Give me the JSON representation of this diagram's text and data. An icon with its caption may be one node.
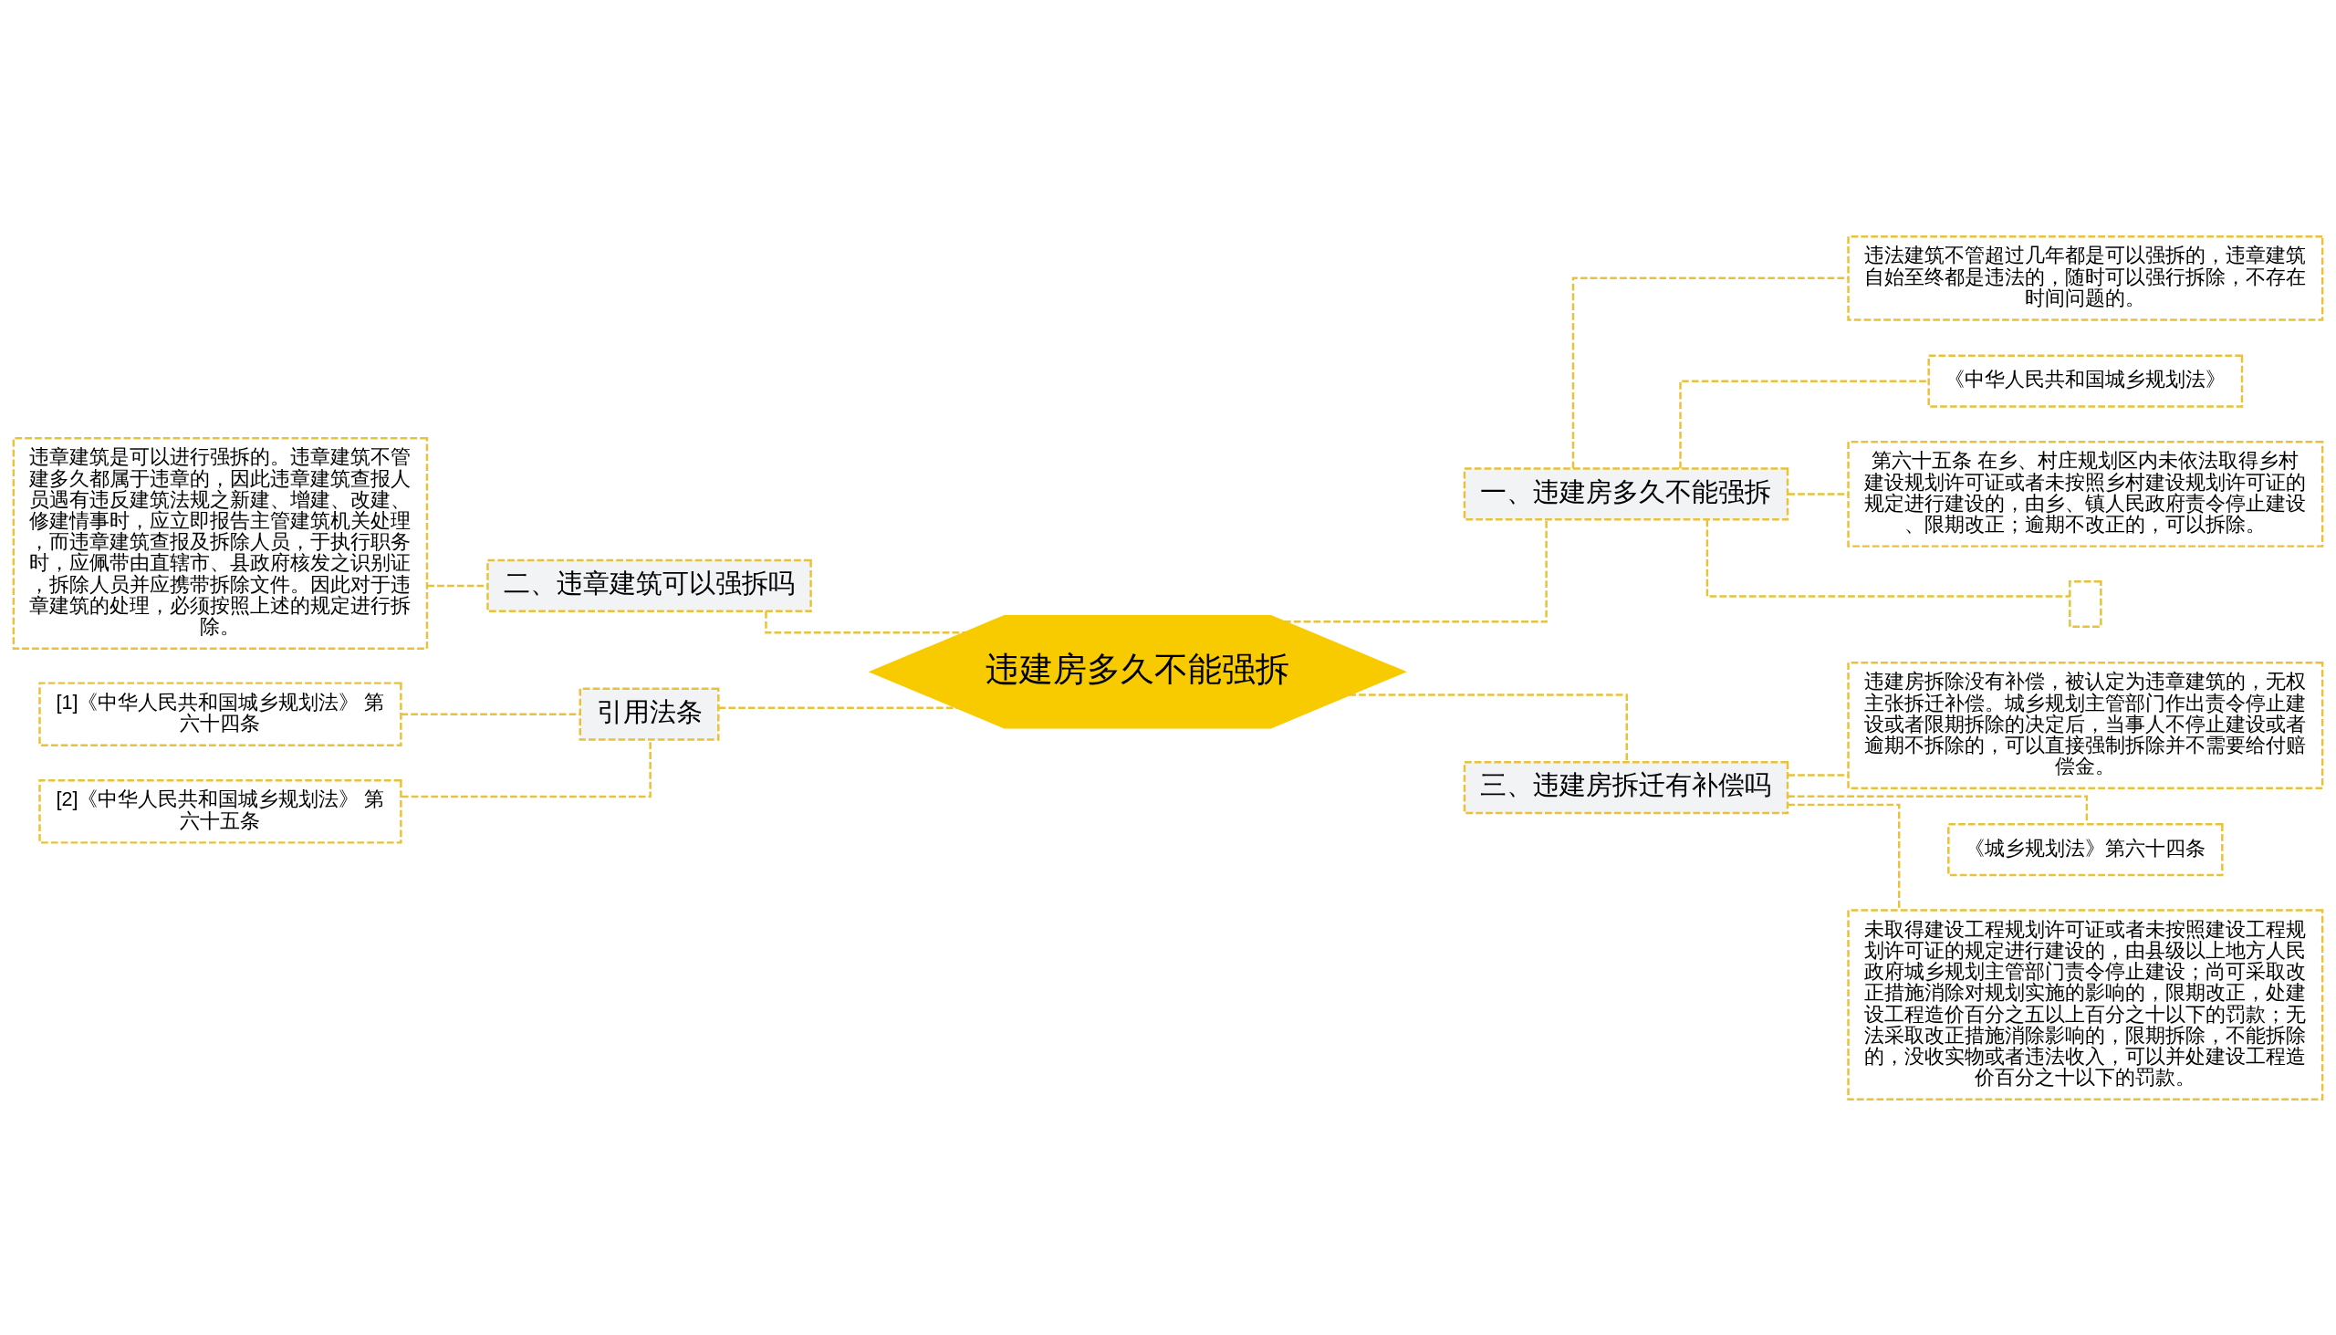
{
  "diagram": {
    "nodes": [
      {
        "text": [
          "违建房多久不能强拆"
        ]
      },
      {
        "text": [
          "一、违建房多久不能强拆"
        ]
      },
      {
        "text": [
          "违法建筑不管超过几年都是可以强拆的，违章建筑自始至终都是违法的，随时可以强行拆除，不存在时间问题的。"
        ]
      },
      {
        "text": [
          "《中华人民共和国城乡规划法》"
        ]
      },
      {
        "text": [
          "第六十五条 在乡、村庄规划区内未依法取得乡村建设规划许可证或者未按照乡村建设规划许可证的规定进行建设的，由乡、镇人民政府责令停止建设、限期改正；逾期不改正的，可以拆除。"
        ]
      },
      {
        "text": [],
        "shape": "box"
      },
      {
        "text": [
          "三、违建房拆迁有补偿吗"
        ]
      },
      {
        "text": [
          "违建房拆除没有补偿，被认定为违章建筑的，无权主张拆迁补偿。城乡规划主管部门作出责令停止建设或者限期拆除的决定后，当事人不停止建设或者逾期不拆除的，可以直接强制拆除并不需要给付赔偿金。"
        ]
      },
      {
        "text": [
          "《城乡规划法》第六十四条"
        ]
      },
      {
        "text": [
          "未取得建设工程规划许可证或者未按照建设工程规划许可证的规定进行建设的，由县级以上地方人民政府城乡规划主管部门责令停止建设；尚可采取改正措施消除对规划实施的影响的，限期改正，处建设工程造价百分之五以上百分之十以下的罚款；无法采取改正措施消除影响的，限期拆除，不能拆除的，没收实物或者违法收入，可以并处建设工程造价百分之十以下的罚款。"
        ]
      },
      {
        "text": [
          "二、违章建筑可以强拆吗"
        ]
      },
      {
        "text": [
          "违章建筑是可以进行强拆的。违章建筑不管建多久都属于违章的，因此违章建筑查报人员遇有违反建筑法规之新建、增建、改建、修建情事时，应立即报告主管建筑机关处理，而违章建筑查报及拆除人员，于执行职务时，应佩带由直辖市、县政府核发之识别证，拆除人员并应携带拆除文件。因此对于违章建筑的处理，必须按照上述的规定进行拆除。"
        ]
      },
      {
        "text": [
          "引用法条"
        ]
      },
      {
        "text": [
          "[1]《中华人民共和国城乡规划法》 第六十四条"
        ]
      },
      {
        "text": [
          "[2]《中华人民共和国城乡规划法》 第六十五条"
        ]
      }
    ],
    "edges": [
      {
        "from": 0,
        "to": 1,
        "arrow": "none"
      },
      {
        "from": 1,
        "to": 2,
        "arrow": "none"
      },
      {
        "from": 1,
        "to": 3,
        "arrow": "none"
      },
      {
        "from": 1,
        "to": 4,
        "arrow": "none"
      },
      {
        "from": 1,
        "to": 5,
        "arrow": "none"
      },
      {
        "from": 0,
        "to": 6,
        "arrow": "none"
      },
      {
        "from": 6,
        "to": 7,
        "arrow": "none"
      },
      {
        "from": 6,
        "to": 8,
        "arrow": "none"
      },
      {
        "from": 6,
        "to": 9,
        "arrow": "none"
      },
      {
        "from": 0,
        "to": 10,
        "arrow": "none"
      },
      {
        "from": 10,
        "to": 11,
        "arrow": "none"
      },
      {
        "from": 0,
        "to": 12,
        "arrow": "none"
      },
      {
        "from": 12,
        "to": 13,
        "arrow": "none"
      },
      {
        "from": 12,
        "to": 14,
        "arrow": "none"
      }
    ]
  }
}
